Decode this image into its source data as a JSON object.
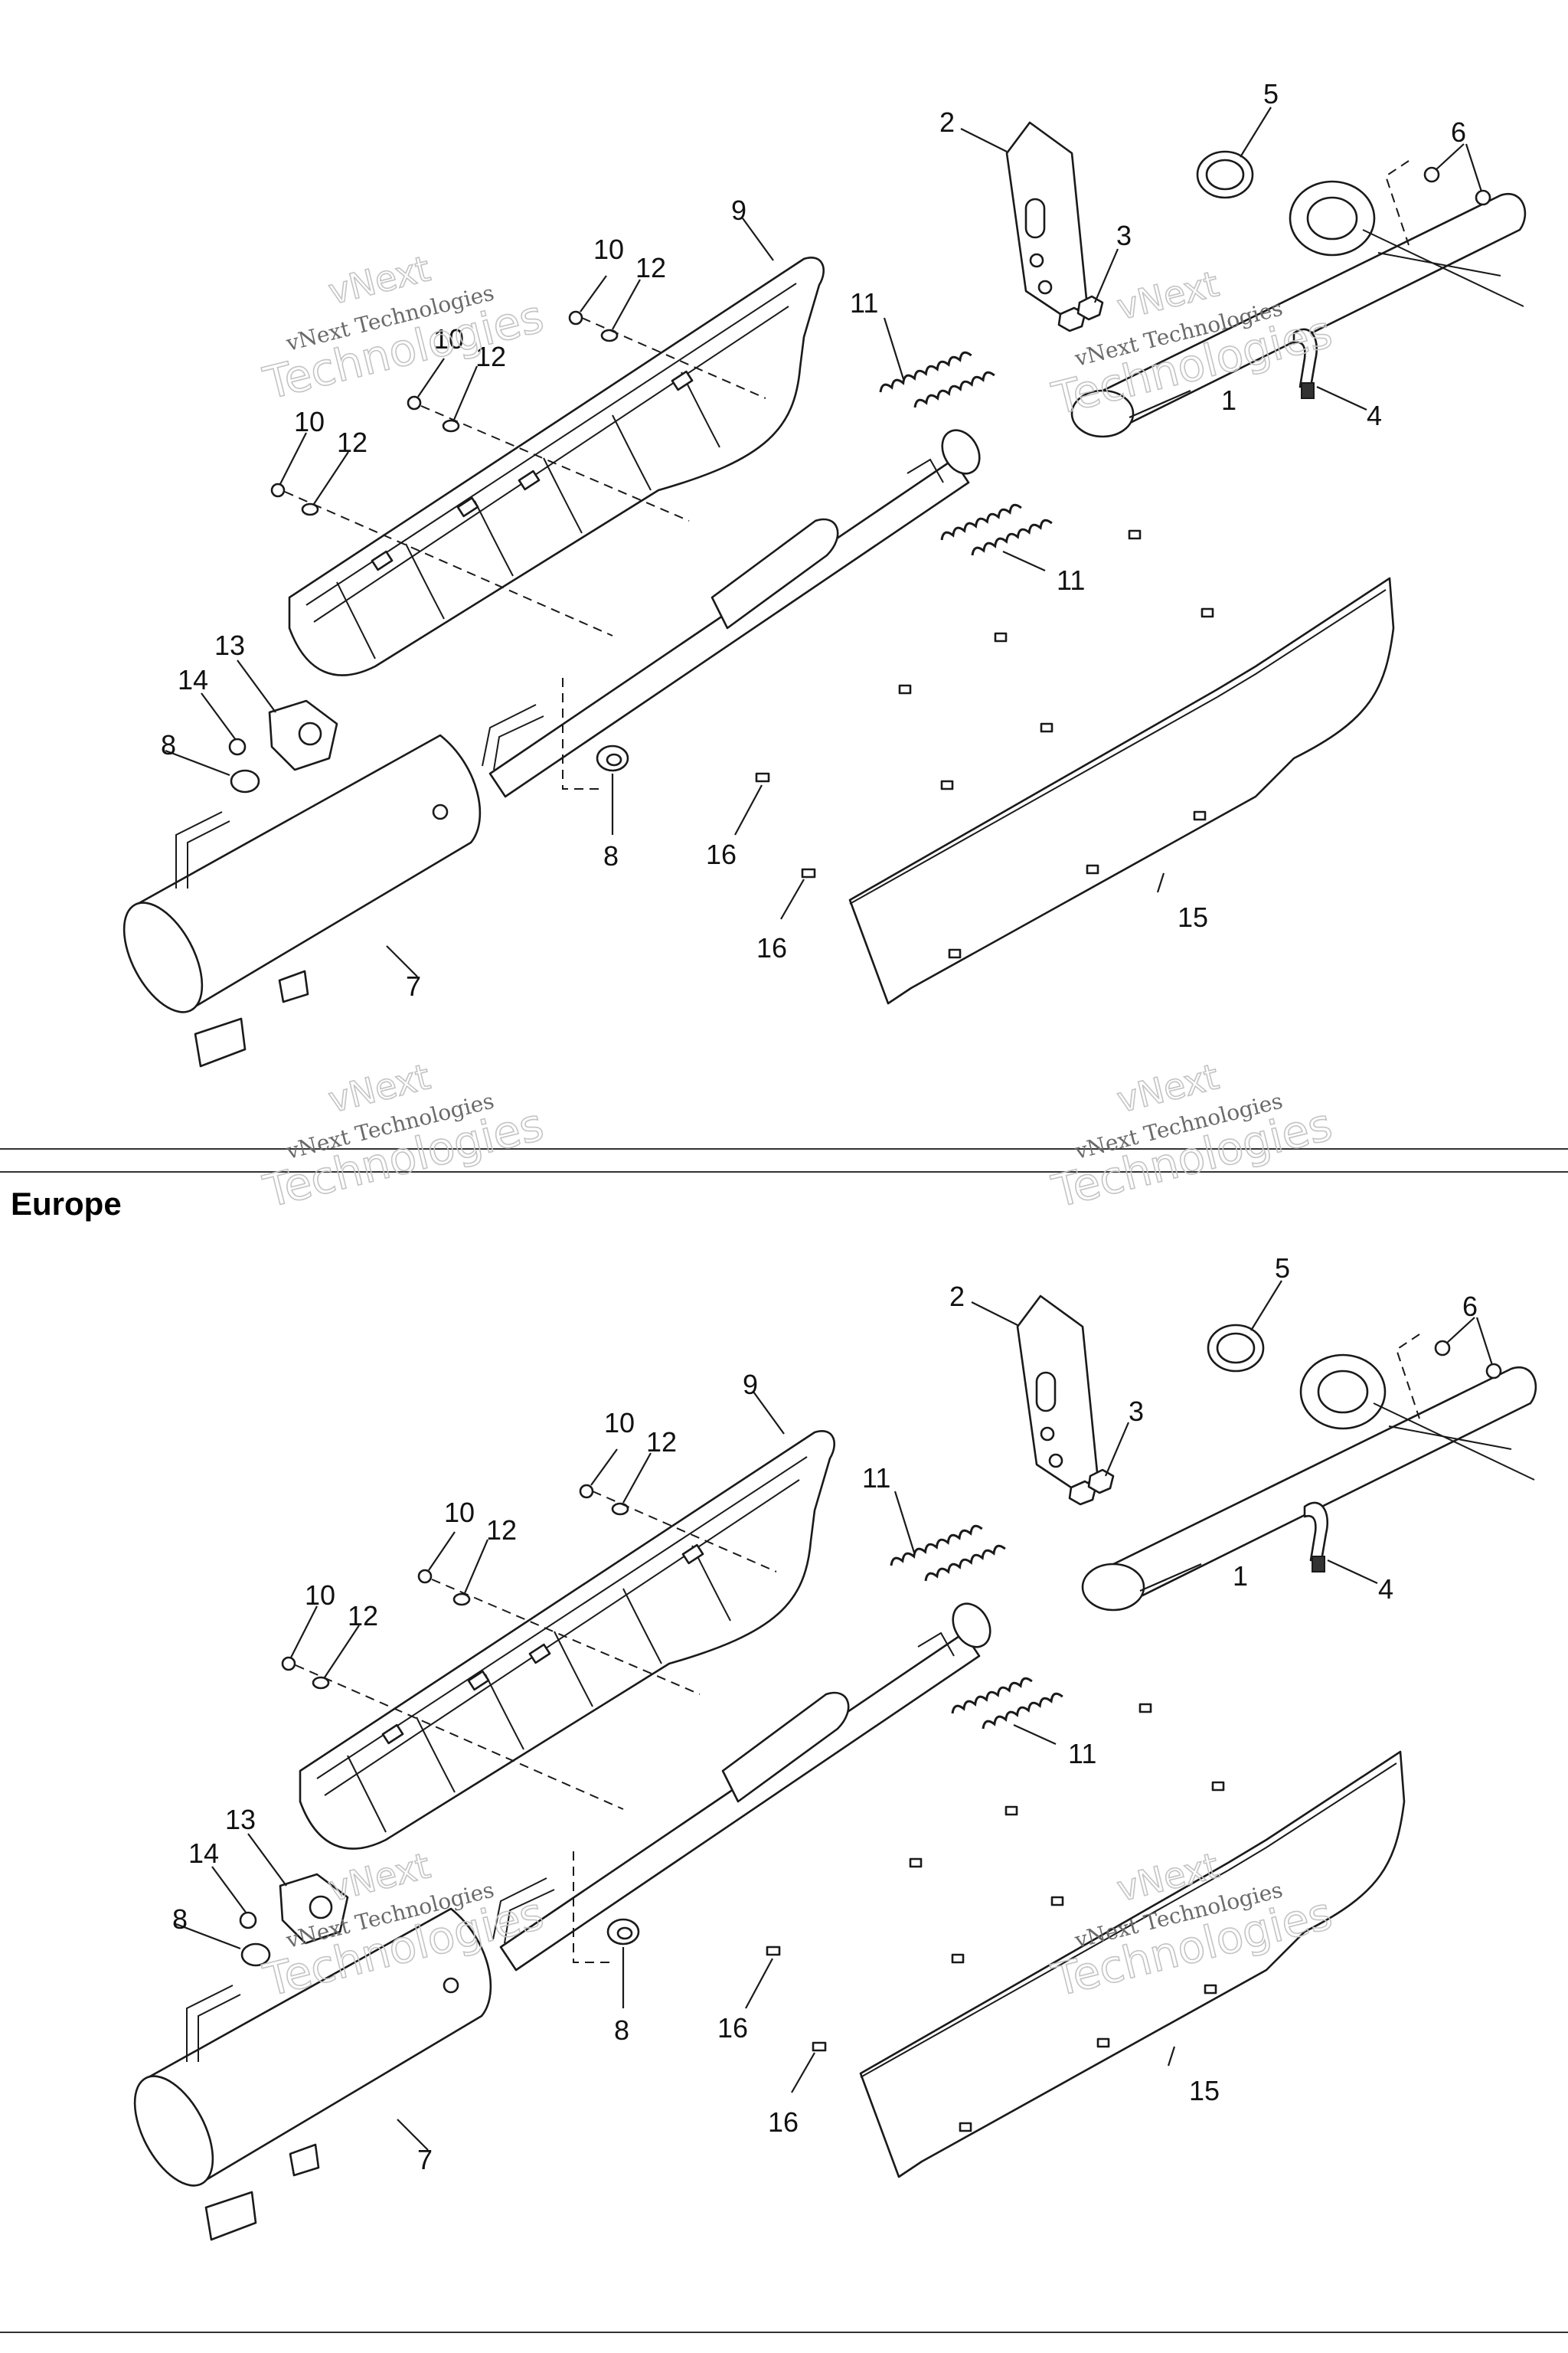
{
  "section_heading": "Europe",
  "watermark": {
    "brand": "vNext",
    "full": "vNext Technologies",
    "word": "Technologies"
  },
  "diagrams": [
    {
      "callouts": {
        "p1": "1",
        "p2": "2",
        "p3": "3",
        "p4": "4",
        "p5": "5",
        "p6": "6",
        "p7": "7",
        "p8a": "8",
        "p8b": "8",
        "p9": "9",
        "p10a": "10",
        "p10b": "10",
        "p10c": "10",
        "p11a": "11",
        "p11b": "11",
        "p12a": "12",
        "p12b": "12",
        "p12c": "12",
        "p13": "13",
        "p14": "14",
        "p15": "15",
        "p16a": "16",
        "p16b": "16"
      }
    },
    {
      "callouts": {
        "p1": "1",
        "p2": "2",
        "p3": "3",
        "p4": "4",
        "p5": "5",
        "p6": "6",
        "p7": "7",
        "p8a": "8",
        "p8b": "8",
        "p9": "9",
        "p10a": "10",
        "p10b": "10",
        "p10c": "10",
        "p11a": "11",
        "p11b": "11",
        "p12a": "12",
        "p12b": "12",
        "p12c": "12",
        "p13": "13",
        "p14": "14",
        "p15": "15",
        "p16a": "16",
        "p16b": "16"
      }
    }
  ]
}
